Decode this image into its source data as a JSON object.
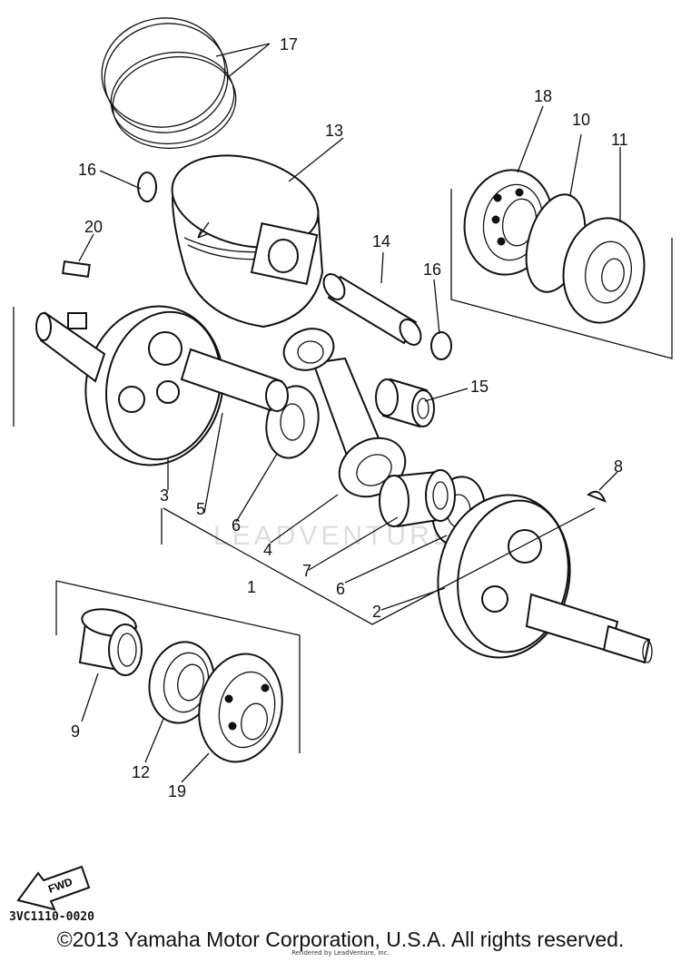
{
  "callouts": [
    "1",
    "2",
    "3",
    "4",
    "5",
    "6",
    "6",
    "7",
    "8",
    "9",
    "10",
    "11",
    "12",
    "13",
    "14",
    "15",
    "16",
    "16",
    "17",
    "18",
    "19",
    "20"
  ],
  "fwd_label": "FWD",
  "diagram_code": "3VC1110-0020",
  "watermark": "LEADVENTURE",
  "copyright": "©2013 Yamaha Motor Corporation, U.S.A. All rights reserved.",
  "rendered_by": "Rendered by LeadVenture, Inc."
}
